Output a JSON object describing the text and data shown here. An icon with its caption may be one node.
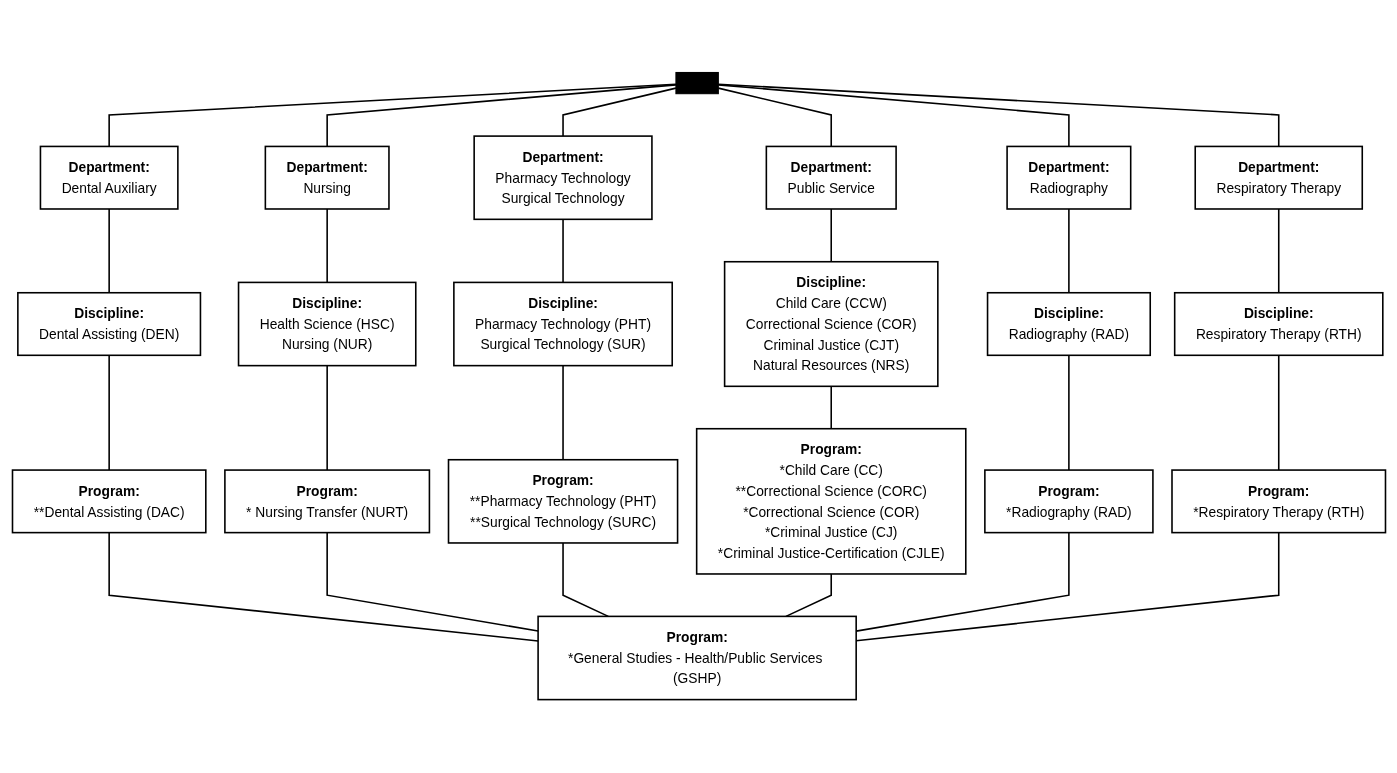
{
  "diagram": {
    "nodes": [
      {
        "text": [],
        "shape": "bar"
      },
      {
        "text": [
          "Department:",
          "Dental Auxiliary"
        ]
      },
      {
        "text": [
          "Department:",
          "Nursing"
        ]
      },
      {
        "text": [
          "Department:",
          "Pharmacy Technology",
          "Surgical Technology"
        ]
      },
      {
        "text": [
          "Department:",
          "Public Service"
        ]
      },
      {
        "text": [
          "Department:",
          "Radiography"
        ]
      },
      {
        "text": [
          "Department:",
          "Respiratory Therapy"
        ]
      },
      {
        "text": [
          "Discipline:",
          "Dental Assisting (DEN)"
        ]
      },
      {
        "text": [
          "Discipline:",
          "Health Science (HSC)",
          "Nursing (NUR)"
        ]
      },
      {
        "text": [
          "Discipline:",
          "Pharmacy Technology (PHT)",
          "Surgical Technology (SUR)"
        ]
      },
      {
        "text": [
          "Discipline:",
          "Child Care (CCW)",
          "Correctional Science (COR)",
          "Criminal Justice (CJT)",
          "Natural Resources (NRS)"
        ]
      },
      {
        "text": [
          "Discipline:",
          "Radiography (RAD)"
        ]
      },
      {
        "text": [
          "Discipline:",
          "Respiratory Therapy (RTH)"
        ]
      },
      {
        "text": [
          "Program:",
          "**Dental Assisting (DAC)"
        ]
      },
      {
        "text": [
          "Program:",
          "* Nursing Transfer (NURT)"
        ]
      },
      {
        "text": [
          "Program:",
          "**Pharmacy Technology (PHT)",
          "**Surgical Technology (SURC)"
        ]
      },
      {
        "text": [
          "Program:",
          "*Child Care (CC)",
          "**Correctional Science (CORC)",
          "*Correctional Science (COR)",
          "*Criminal Justice (CJ)",
          "*Criminal Justice-Certification (CJLE)"
        ]
      },
      {
        "text": [
          "Program:",
          "*Radiography (RAD)"
        ]
      },
      {
        "text": [
          "Program:",
          "*Respiratory Therapy (RTH)"
        ]
      },
      {
        "text": [
          "Program:",
          "*General Studies - Health/Public Services (GSHP)"
        ]
      }
    ],
    "edges": [
      {
        "from": 0,
        "to": 1,
        "arrow": "none"
      },
      {
        "from": 0,
        "to": 2,
        "arrow": "none"
      },
      {
        "from": 0,
        "to": 3,
        "arrow": "none"
      },
      {
        "from": 0,
        "to": 4,
        "arrow": "none"
      },
      {
        "from": 0,
        "to": 5,
        "arrow": "none"
      },
      {
        "from": 0,
        "to": 6,
        "arrow": "none"
      },
      {
        "from": 1,
        "to": 7,
        "arrow": "none"
      },
      {
        "from": 2,
        "to": 8,
        "arrow": "none"
      },
      {
        "from": 3,
        "to": 9,
        "arrow": "none"
      },
      {
        "from": 4,
        "to": 10,
        "arrow": "none"
      },
      {
        "from": 5,
        "to": 11,
        "arrow": "none"
      },
      {
        "from": 6,
        "to": 12,
        "arrow": "none"
      },
      {
        "from": 7,
        "to": 13,
        "arrow": "none"
      },
      {
        "from": 8,
        "to": 14,
        "arrow": "none"
      },
      {
        "from": 9,
        "to": 15,
        "arrow": "none"
      },
      {
        "from": 10,
        "to": 16,
        "arrow": "none"
      },
      {
        "from": 11,
        "to": 17,
        "arrow": "none"
      },
      {
        "from": 12,
        "to": 18,
        "arrow": "none"
      },
      {
        "from": 13,
        "to": 19,
        "arrow": "none"
      },
      {
        "from": 14,
        "to": 19,
        "arrow": "none"
      },
      {
        "from": 15,
        "to": 19,
        "arrow": "none"
      },
      {
        "from": 16,
        "to": 19,
        "arrow": "none"
      },
      {
        "from": 17,
        "to": 19,
        "arrow": "none"
      },
      {
        "from": 18,
        "to": 19,
        "arrow": "none"
      }
    ]
  }
}
